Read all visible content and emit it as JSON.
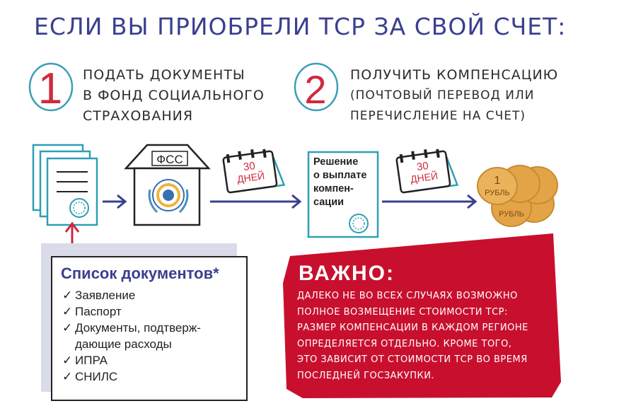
{
  "title": "ЕСЛИ ВЫ ПРИОБРЕЛИ ТСР ЗА СВОЙ СЧЕТ:",
  "steps": [
    {
      "number": "1",
      "lines": [
        "ПОДАТЬ ДОКУМЕНТЫ",
        "В ФОНД СОЦИАЛЬНОГО",
        "СТРАХОВАНИЯ"
      ]
    },
    {
      "number": "2",
      "lines": [
        "ПОЛУЧИТЬ КОМПЕНСАЦИЮ",
        "(ПОЧТОВЫЙ ПЕРЕВОД ИЛИ",
        "ПЕРЕЧИСЛЕНИЕ НА СЧЕТ)"
      ]
    }
  ],
  "fss_label": "ФСС",
  "calendar": {
    "days": "30",
    "unit": "ДНЕЙ"
  },
  "decision_lines": [
    "Решение",
    "о выплате",
    "компен-",
    "сации"
  ],
  "coin": {
    "value": "1",
    "unit": "РУБЛЬ"
  },
  "documents_list": {
    "title": "Список документов*",
    "items": [
      "Заявление",
      "Паспорт",
      "Документы, подтверж-",
      "дающие расходы",
      "ИПРА",
      "СНИЛС"
    ],
    "check_flags": [
      true,
      true,
      true,
      false,
      true,
      true
    ]
  },
  "important": {
    "title": "ВАЖНО:",
    "lines": [
      "ДАЛЕКО НЕ ВО ВСЕХ СЛУЧАЯХ ВОЗМОЖНО",
      "ПОЛНОЕ ВОЗМЕЩЕНИЕ СТОИМОСТИ ТСР:",
      "РАЗМЕР КОМПЕНСАЦИИ В КАЖДОМ РЕГИОНЕ",
      "ОПРЕДЕЛЯЕТСЯ ОТДЕЛЬНО. КРОМЕ ТОГО,",
      "ЭТО ЗАВИСИТ ОТ СТОИМОСТИ ТСР ВО ВРЕМЯ",
      "ПОСЛЕДНЕЙ ГОСЗАКУПКИ."
    ]
  },
  "colors": {
    "title": "#3a3f8f",
    "step_number": "#d02a3e",
    "step_circle": "#3a9fb8",
    "arrow": "#3a3f8f",
    "doc_arrow": "#c8283e",
    "important_bg": "#c8102e",
    "calendar": "#2f9fb5",
    "coin": "#e3a448"
  },
  "icons": {
    "documents": "document-stack-icon",
    "fss": "fss-building-icon",
    "calendar": "calendar-icon",
    "decision": "decision-document-icon",
    "coins": "coins-icon",
    "check": "check-icon"
  }
}
